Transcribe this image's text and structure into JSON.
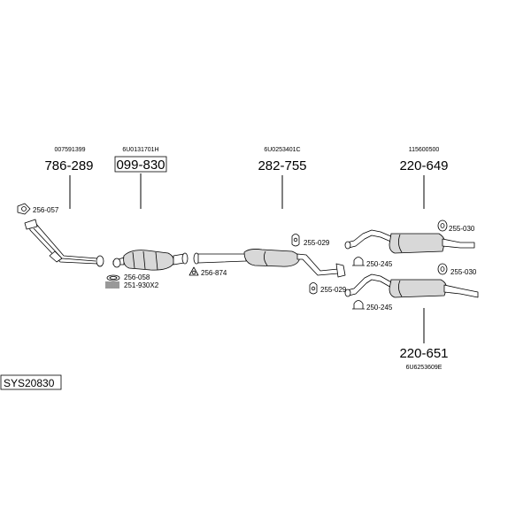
{
  "parts": {
    "p786": {
      "number": "786-289",
      "oem": "007591399"
    },
    "p099": {
      "number": "099-830",
      "oem": "6U0131701H"
    },
    "p282": {
      "number": "282-755",
      "oem": "6U0253401C"
    },
    "p649": {
      "number": "220-649",
      "oem": "115600500"
    },
    "p651": {
      "number": "220-651",
      "oem": "6U6253609E"
    }
  },
  "accessories": {
    "a256057": "256-057",
    "a256058": "256-058",
    "a251930": "251-930X2",
    "a256874": "256-874",
    "a255029a": "255-029",
    "a255029b": "255-029",
    "a250245a": "250-245",
    "a250245b": "250-245",
    "a255030a": "255-030",
    "a255030b": "255-030"
  },
  "system_code": "SYS20830"
}
